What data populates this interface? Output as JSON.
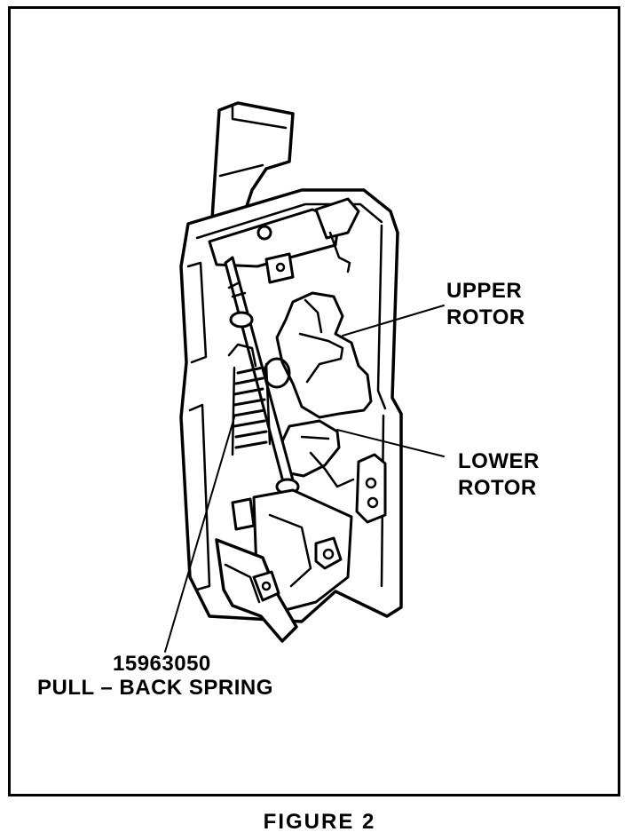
{
  "figure": {
    "caption": "FIGURE 2"
  },
  "callouts": {
    "upper_rotor": [
      "UPPER",
      "ROTOR"
    ],
    "lower_rotor": [
      "LOWER",
      "ROTOR"
    ],
    "pull_back_spring": {
      "part_number": "15963050",
      "name": "PULL – BACK SPRING"
    }
  },
  "illustration": {
    "subject": "door-latch-assembly",
    "ink_color": "#000000",
    "paper_color": "#ffffff"
  }
}
